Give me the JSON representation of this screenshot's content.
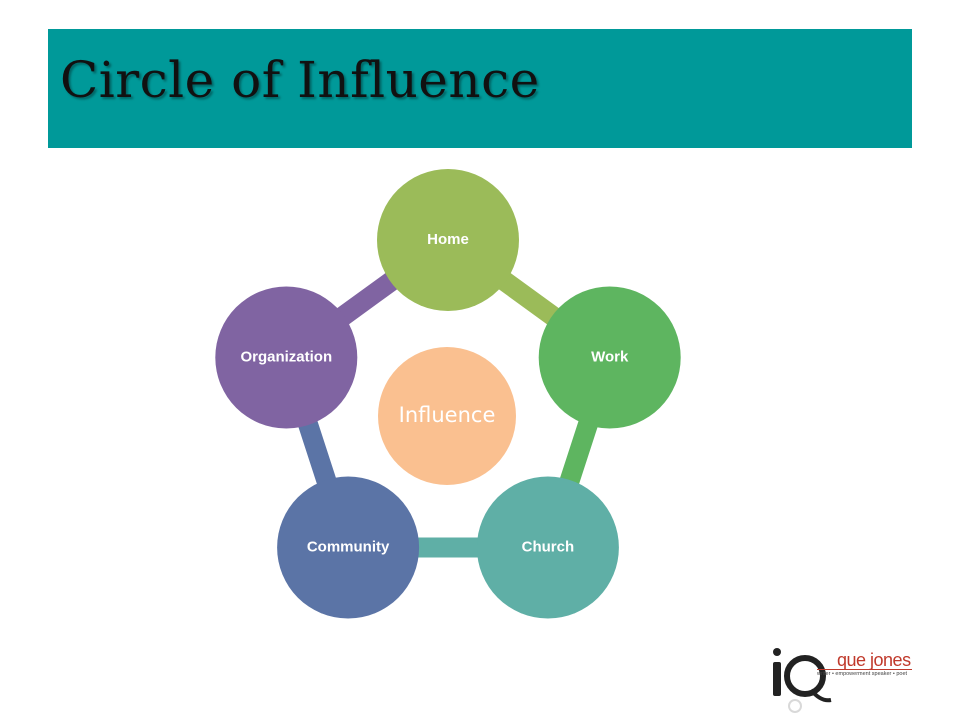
{
  "slide": {
    "title": "Circle of Influence",
    "title_bar_color": "#009999"
  },
  "diagram": {
    "center": {
      "label": "Influence",
      "color": "#FAC090"
    },
    "nodes": [
      {
        "id": "home",
        "label": "Home",
        "color": "#9BBB59"
      },
      {
        "id": "work",
        "label": "Work",
        "color": "#5EB560"
      },
      {
        "id": "church",
        "label": "Church",
        "color": "#5FAFA6"
      },
      {
        "id": "community",
        "label": "Community",
        "color": "#5B74A6"
      },
      {
        "id": "organization",
        "label": "Organization",
        "color": "#8064A2"
      }
    ],
    "connectors": [
      {
        "from": "home",
        "to": "work",
        "color": "#9BBB59"
      },
      {
        "from": "work",
        "to": "church",
        "color": "#5EB560"
      },
      {
        "from": "church",
        "to": "community",
        "color": "#5FAFA6"
      },
      {
        "from": "community",
        "to": "organization",
        "color": "#5B74A6"
      },
      {
        "from": "organization",
        "to": "home",
        "color": "#8064A2"
      }
    ]
  },
  "logo": {
    "mark": "iQ",
    "name": "que jones",
    "tagline": "writer • empowerment speaker • poet",
    "accent_color": "#C0392B"
  }
}
